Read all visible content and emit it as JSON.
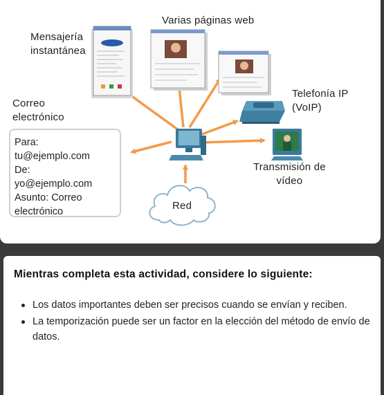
{
  "diagram": {
    "im_label": "Mensajería\ninstantánea",
    "web_label": "Varias páginas web",
    "email_label": "Correo\nelectrónico",
    "voip_label": "Telefonía IP\n(VoIP)",
    "video_label": "Transmisión de\nvídeo",
    "network_label": "Red",
    "email_card": [
      "Para:",
      "tu@ejemplo.com",
      "De:",
      "yo@ejemplo.com",
      "Asunto: Correo",
      "electrónico"
    ],
    "arrow_color": "#f39a4a"
  },
  "notes": {
    "title": "Mientras completa esta actividad, considere lo siguiente:",
    "items": [
      "Los datos importantes deben ser precisos cuando se envían y reciben.",
      "La temporización puede ser un factor en la elección del método de envío de datos."
    ]
  }
}
